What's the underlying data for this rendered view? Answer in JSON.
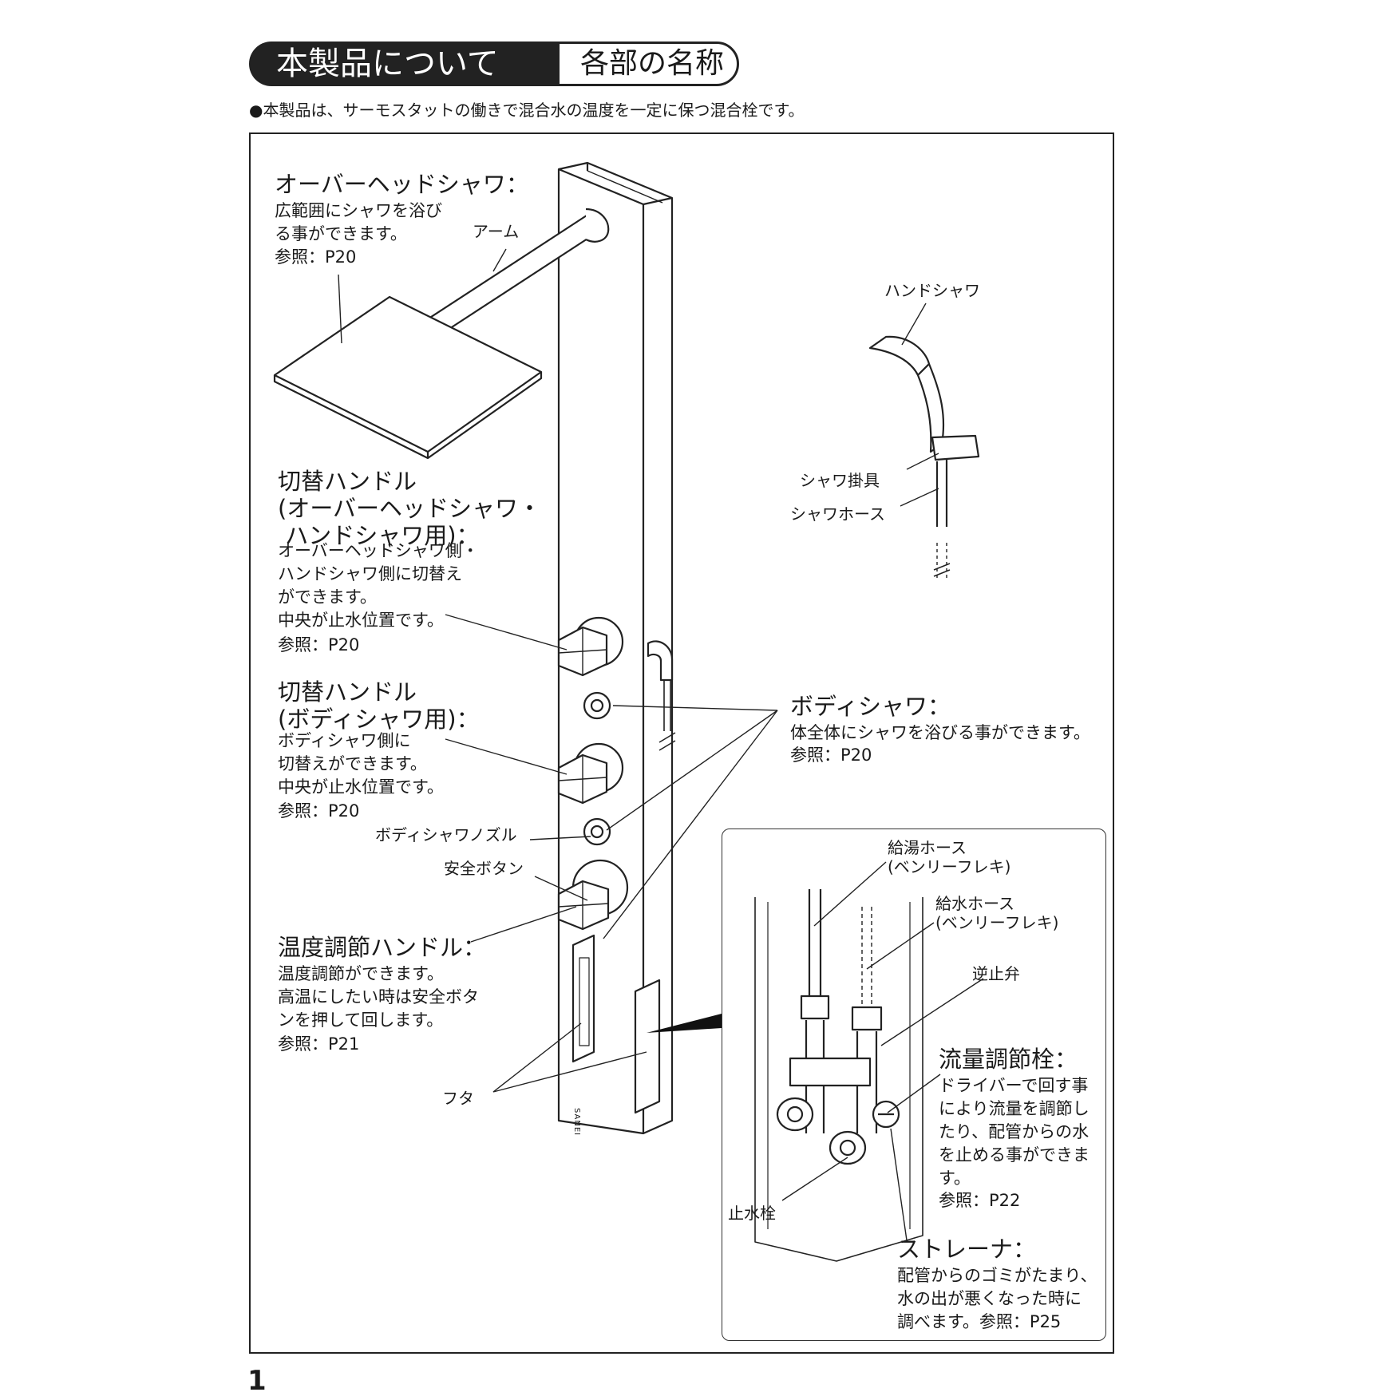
{
  "header": {
    "section": "本製品について",
    "subsection": "各部の名称"
  },
  "intro": "●本製品は、サーモスタットの働きで混合水の温度を一定に保つ混合栓です。",
  "parts": {
    "overhead_shower": {
      "heading": "オーバーヘッドシャワ：",
      "desc": "広範囲にシャワを浴び\nる事ができます。",
      "ref": "参照：P20"
    },
    "arm": "アーム",
    "hand_shower": "ハンドシャワ",
    "shower_holder": "シャワ掛具",
    "shower_hose": "シャワホース",
    "switch_handle_1": {
      "heading": "切替ハンドル\n(オーバーヘッドシャワ・\n ハンドシャワ用)：",
      "desc": "オーバーヘッドシャワ側・\nハンドシャワ側に切替え\nができます。\n中央が止水位置です。",
      "ref": "参照：P20"
    },
    "switch_handle_2": {
      "heading": "切替ハンドル\n(ボディシャワ用)：",
      "desc": "ボディシャワ側に\n切替えができます。\n中央が止水位置です。",
      "ref": "参照：P20"
    },
    "body_shower": {
      "heading": "ボディシャワ：",
      "desc": "体全体にシャワを浴びる事ができます。",
      "ref": "参照：P20"
    },
    "body_shower_nozzle": "ボディシャワノズル",
    "safety_button": "安全ボタン",
    "temp_handle": {
      "heading": "温度調節ハンドル：",
      "desc": "温度調節ができます。\n高温にしたい時は安全ボタ\nンを押して回します。",
      "ref": "参照：P21"
    },
    "cover": "フタ",
    "hot_hose": "給湯ホース\n(ベンリーフレキ)",
    "cold_hose": "給水ホース\n(ベンリーフレキ)",
    "check_valve": "逆止弁",
    "flow_valve": {
      "heading": "流量調節栓：",
      "desc": "ドライバーで回す事\nにより流量を調節し\nたり、配管からの水\nを止める事ができま\nす。",
      "ref": "参照：P22"
    },
    "stop_valve": "止水栓",
    "strainer": {
      "heading": "ストレーナ：",
      "desc": "配管からのゴミがたまり、\n水の出が悪くなった時に\n調べます。参照：P25"
    }
  },
  "brand": "SANEI",
  "page_number": "1"
}
